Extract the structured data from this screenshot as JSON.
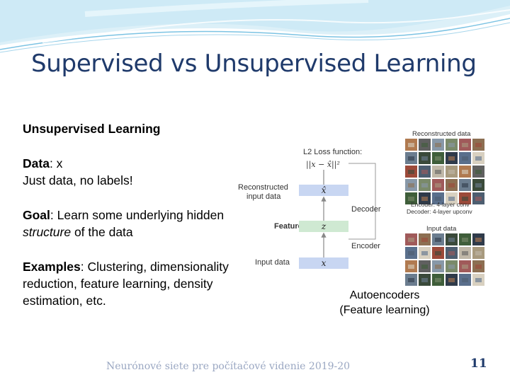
{
  "slide": {
    "title": "Supervised vs Unsupervised Learning",
    "heading": "Unsupervised Learning",
    "data_label": "Data",
    "data_value": ": x",
    "data_note": "Just data, no labels!",
    "goal_label": "Goal",
    "goal_text_1": ": Learn some underlying hidden ",
    "goal_emph": "structure",
    "goal_text_2": " of the data",
    "examples_label": "Examples",
    "examples_text": ": Clustering, dimensionality reduction, feature learning, density estimation, etc."
  },
  "figure": {
    "reconstructed_data_label": "Reconstructed data",
    "loss_label": "L2 Loss function:",
    "loss_formula": "||x − x̂||²",
    "reconstructed_input_label_1": "Reconstructed",
    "reconstructed_input_label_2": "input data",
    "x_hat": "x̂",
    "decoder_label": "Decoder",
    "features_label": "Features",
    "z": "z",
    "encoder_label": "Encoder",
    "input_data_label": "Input data",
    "x": "x",
    "encoder_note": "Encoder: 4-layer conv",
    "decoder_note": "Decoder: 4-layer upconv",
    "input_data_grid_label": "Input data",
    "box_color": "#c8d6f2",
    "features_box_color": "#cfe9d2"
  },
  "caption": {
    "line1": "Autoencoders",
    "line2": "(Feature learning)"
  },
  "footer": {
    "text": "Neurónové siete pre počítačové videnie 2019-20",
    "page": "11"
  }
}
